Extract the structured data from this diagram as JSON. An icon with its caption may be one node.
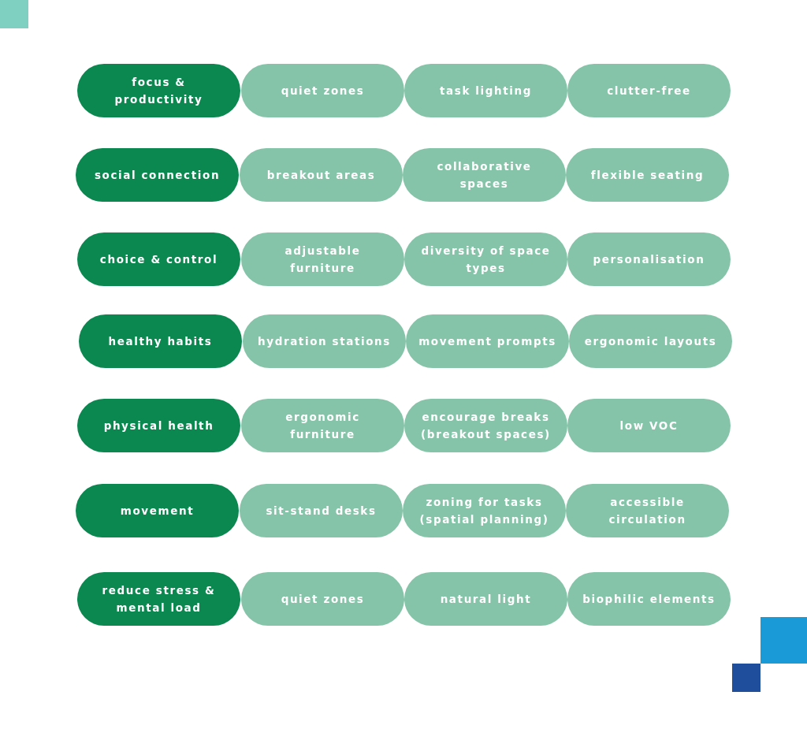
{
  "diagram": {
    "nodes": [
      {
        "text": [
          "focus & productivity"
        ]
      },
      {
        "text": [
          "quiet zones"
        ]
      },
      {
        "text": [
          "task lighting"
        ]
      },
      {
        "text": [
          "clutter-free"
        ]
      },
      {
        "text": [
          "social connection"
        ]
      },
      {
        "text": [
          "breakout areas"
        ]
      },
      {
        "text": [
          "collaborative spaces"
        ]
      },
      {
        "text": [
          "flexible seating"
        ]
      },
      {
        "text": [
          "choice & control"
        ]
      },
      {
        "text": [
          "adjustable furniture"
        ]
      },
      {
        "text": [
          "diversity of space types"
        ]
      },
      {
        "text": [
          "personalisation"
        ]
      },
      {
        "text": [
          "healthy habits"
        ]
      },
      {
        "text": [
          "hydration stations"
        ]
      },
      {
        "text": [
          "movement prompts"
        ]
      },
      {
        "text": [
          "ergonomic layouts"
        ]
      },
      {
        "text": [
          "physical health"
        ]
      },
      {
        "text": [
          "ergonomic furniture"
        ]
      },
      {
        "text": [
          "encourage breaks (breakout spaces)"
        ]
      },
      {
        "text": [
          "low VOC"
        ]
      },
      {
        "text": [
          "movement"
        ]
      },
      {
        "text": [
          "sit-stand desks"
        ]
      },
      {
        "text": [
          "zoning for tasks (spatial planning)"
        ]
      },
      {
        "text": [
          "accessible circulation"
        ]
      },
      {
        "text": [
          "reduce stress & mental load"
        ]
      },
      {
        "text": [
          "quiet zones"
        ]
      },
      {
        "text": [
          "natural light"
        ]
      },
      {
        "text": [
          "biophilic elements"
        ]
      }
    ]
  }
}
